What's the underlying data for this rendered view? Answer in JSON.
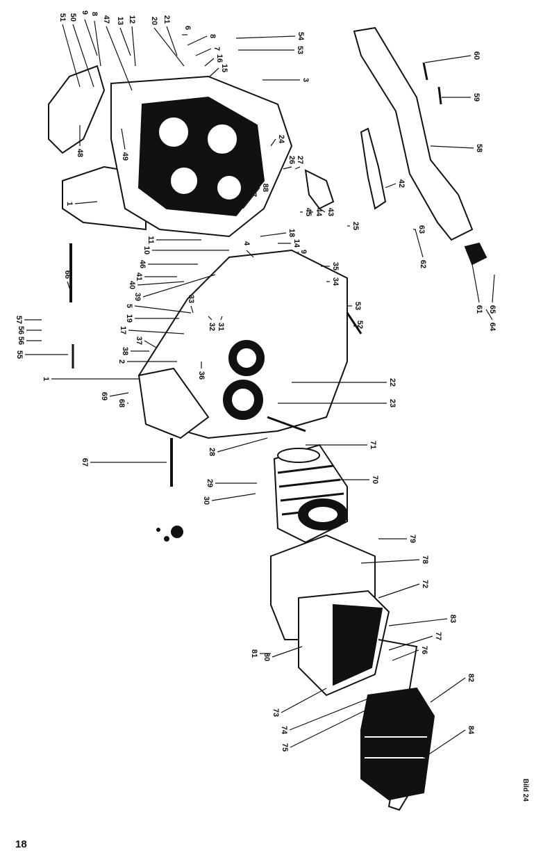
{
  "page_number": "18",
  "figure_label": "Bild 24",
  "part_labels": [
    "51",
    "50",
    "9",
    "8",
    "47",
    "13",
    "12",
    "20",
    "21",
    "6",
    "8",
    "7",
    "16",
    "15",
    "54",
    "53",
    "3",
    "60",
    "59",
    "58",
    "42",
    "24",
    "26",
    "27",
    "85 86 87",
    "88",
    "45",
    "44",
    "43",
    "25",
    "11",
    "10",
    "46",
    "41",
    "40",
    "39",
    "5",
    "19",
    "17",
    "37",
    "38",
    "2",
    "18",
    "4",
    "14",
    "9",
    "35",
    "34",
    "53",
    "52",
    "63",
    "62",
    "61",
    "65",
    "64",
    "33",
    "32",
    "31",
    "36",
    "22",
    "23",
    "1",
    "1",
    "66",
    "57",
    "56",
    "56",
    "55",
    "68",
    "69",
    "67",
    "28",
    "29",
    "30",
    "71",
    "70",
    "79",
    "78",
    "72",
    "83",
    "77",
    "76",
    "82",
    "84",
    "81",
    "80",
    "73",
    "74",
    "75",
    "48",
    "49"
  ],
  "colors": {
    "ink": "#111111",
    "paper": "#ffffff"
  }
}
